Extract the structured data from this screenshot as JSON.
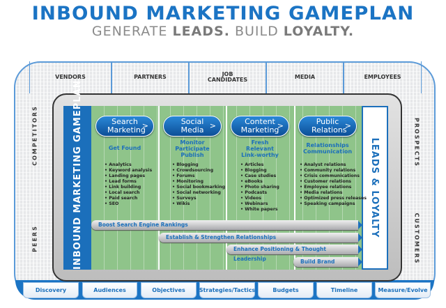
{
  "title": "INBOUND MARKETING GAMEPLAN",
  "subtitle": {
    "p1": "GENERATE ",
    "p2": "LEADS.",
    "p3": " BUILD ",
    "p4": "LOYALTY."
  },
  "top_audiences": [
    "VENDORS",
    "PARTNERS",
    "JOB CANDIDATES",
    "MEDIA",
    "EMPLOYEES"
  ],
  "left_audiences": [
    "COMPETITORS",
    "PEERS"
  ],
  "right_audiences": [
    "PROSPECTS",
    "CUSTOMERS"
  ],
  "left_strip": "INBOUND MARKETING GAMEPLAN",
  "right_panel": "LEADS & LOYALTY",
  "columns": [
    {
      "label": "Search Marketing",
      "tagline": "Get Found",
      "items": [
        "Analytics",
        "Keyword analysis",
        "Landing pages",
        "Lead forms",
        "Link building",
        "Local search",
        "Paid search",
        "SEO"
      ]
    },
    {
      "label": "Social Media",
      "tagline": "Monitor Participate Publish",
      "items": [
        "Blogging",
        "Crowdsourcing",
        "Forums",
        "Monitoring",
        "Social bookmarking",
        "Social networking",
        "Surveys",
        "Wikis"
      ]
    },
    {
      "label": "Content Marketing",
      "tagline": "Fresh Relevant Link-worthy",
      "items": [
        "Articles",
        "Blogging",
        "Case studies",
        "eBooks",
        "Photo sharing",
        "Podcasts",
        "Videos",
        "Webinars",
        "White papers"
      ]
    },
    {
      "label": "Public Relations",
      "tagline": "Relationships Communication",
      "items": [
        "Analyst relations",
        "Community relations",
        "Crisis communications",
        "Customer relations",
        "Employee relations",
        "Media relations",
        "Optimized press releases",
        "Speaking campaigns"
      ]
    }
  ],
  "arrow_symbol": ">",
  "goals": [
    "Boost Search Engine Rankings",
    "Establish & Strengthen Relationships",
    "Enhance Positioning & Thought Leadership",
    "Build Brand"
  ],
  "bottom_tabs": [
    "Discovery",
    "Audiences",
    "Objectives",
    "Strategies/Tactics",
    "Budgets",
    "Timeline",
    "Measure/Evolve"
  ]
}
